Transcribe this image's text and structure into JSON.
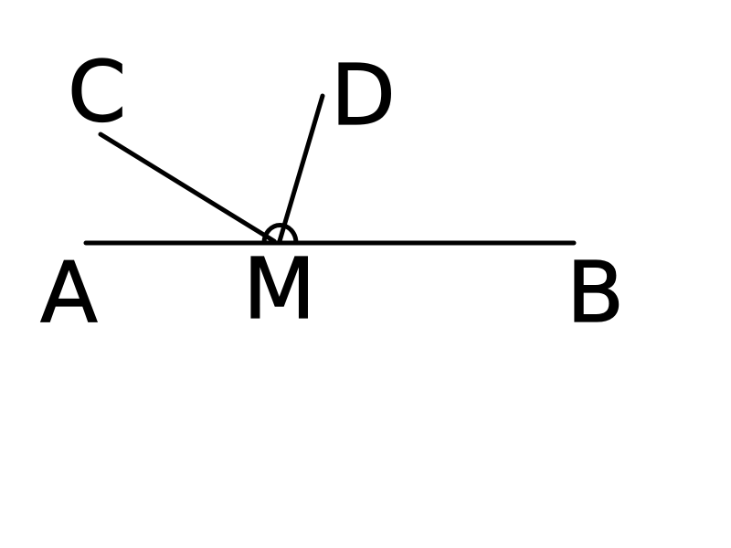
{
  "points": {
    "A": "A",
    "B": "B",
    "C": "C",
    "D": "D",
    "M": "M"
  },
  "colors": {
    "stroke": "#000000",
    "background": "#ffffff"
  }
}
